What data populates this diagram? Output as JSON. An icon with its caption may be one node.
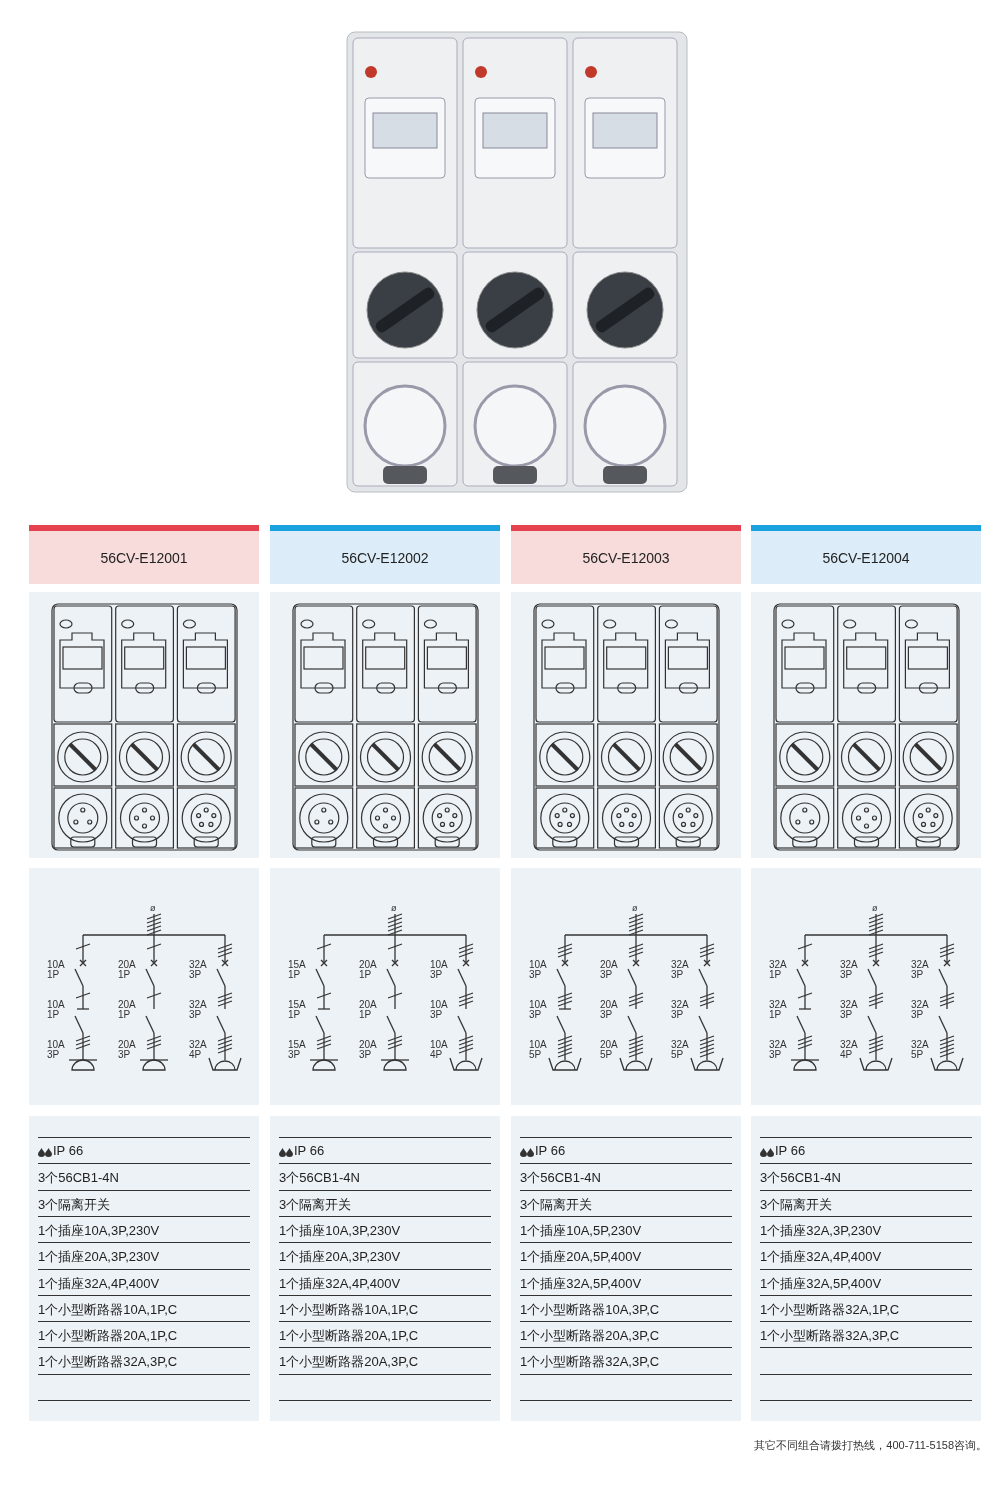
{
  "diagram": {
    "caption": "其它不同组合请拨打热线，400-711-5158咨询。",
    "nodes": [
      {
        "text": [],
        "shape": "picture"
      },
      {
        "text": [
          "56CV-E12001"
        ]
      },
      {
        "text": [
          "56CV-E12002"
        ]
      },
      {
        "text": [
          "56CV-E12003"
        ]
      },
      {
        "text": [
          "56CV-E12004"
        ]
      },
      {
        "text": [],
        "shape": "picture"
      },
      {
        "text": [],
        "shape": "picture"
      },
      {
        "text": [],
        "shape": "picture"
      },
      {
        "text": [],
        "shape": "picture"
      },
      {
        "text": [
          "ø",
          "10A 1P",
          "20A 1P",
          "32A 3P",
          "10A 1P",
          "20A 1P",
          "32A 3P",
          "10A 3P",
          "20A 3P",
          "32A 4P"
        ]
      },
      {
        "text": [
          "ø",
          "15A 1P",
          "20A 1P",
          "10A 3P",
          "15A 1P",
          "20A 1P",
          "10A 3P",
          "15A 3P",
          "20A 3P",
          "10A 4P"
        ]
      },
      {
        "text": [
          "ø",
          "10A 3P",
          "20A 3P",
          "32A 3P",
          "10A 3P",
          "20A 3P",
          "32A 3P",
          "10A 5P",
          "20A 5P",
          "32A 5P"
        ]
      },
      {
        "text": [
          "ø",
          "32A 1P",
          "32A 3P",
          "32A 3P",
          "32A 1P",
          "32A 3P",
          "32A 3P",
          "32A 3P",
          "32A 4P",
          "32A 5P"
        ]
      },
      {
        "text": [
          "IP 66",
          "3个56CB1-4N",
          "3个隔离开关",
          "1个插座10A,3P,230V",
          "1个插座20A,3P,230V",
          "1个插座32A,4P,400V",
          "1个小型断路器10A,1P,C",
          "1个小型断路器20A,1P,C",
          "1个小型断路器32A,3P,C"
        ]
      },
      {
        "text": [
          "IP 66",
          "3个56CB1-4N",
          "3个隔离开关",
          "1个插座10A,3P,230V",
          "1个插座20A,3P,230V",
          "1个插座32A,4P,400V",
          "1个小型断路器10A,1P,C",
          "1个小型断路器20A,1P,C",
          "1个小型断路器20A,3P,C"
        ]
      },
      {
        "text": [
          "IP 66",
          "3个56CB1-4N",
          "3个隔离开关",
          "1个插座10A,5P,230V",
          "1个插座20A,5P,400V",
          "1个插座32A,5P,400V",
          "1个小型断路器10A,3P,C",
          "1个小型断路器20A,3P,C",
          "1个小型断路器32A,3P,C"
        ]
      },
      {
        "text": [
          "IP 66",
          "3个56CB1-4N",
          "3个隔离开关",
          "1个插座32A,3P,230V",
          "1个插座32A,4P,400V",
          "1个插座32A,5P,400V",
          "1个小型断路器32A,1P,C",
          "1个小型断路器32A,3P,C"
        ]
      }
    ]
  }
}
